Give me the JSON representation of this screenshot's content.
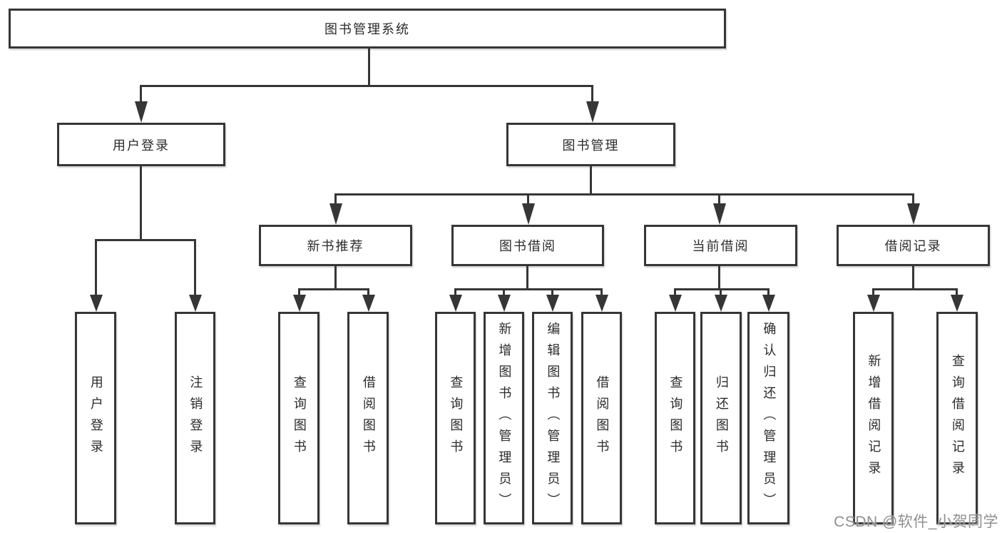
{
  "colors": {
    "line": "#363636",
    "text": "#2b2b2b",
    "watermark": "#8f8f8f",
    "background": "#ffffff"
  },
  "watermark": {
    "text": "CSDN @软件_小贺同学"
  },
  "tree": {
    "root": {
      "label": "图书管理系统",
      "children": {
        "user_login": {
          "label": "用户登录",
          "children": {
            "login": {
              "label": "用户登录"
            },
            "logout": {
              "label": "注销登录"
            }
          }
        },
        "book_mgmt": {
          "label": "图书管理",
          "children": {
            "new_rec": {
              "label": "新书推荐",
              "children": {
                "query": {
                  "label": "查询图书"
                },
                "borrow": {
                  "label": "借阅图书"
                }
              }
            },
            "borrowing": {
              "label": "图书借阅",
              "children": {
                "query": {
                  "label": "查询图书"
                },
                "add": {
                  "label": "新增图书（管理员）"
                },
                "edit": {
                  "label": "编辑图书（管理员）"
                },
                "borrow": {
                  "label": "借阅图书"
                }
              }
            },
            "current": {
              "label": "当前借阅",
              "children": {
                "query": {
                  "label": "查询图书"
                },
                "return": {
                  "label": "归还图书"
                },
                "confirm": {
                  "label": "确认归还（管理员）"
                }
              }
            },
            "records": {
              "label": "借阅记录",
              "children": {
                "add": {
                  "label": "新增借阅记录"
                },
                "query": {
                  "label": "查询借阅记录"
                }
              }
            }
          }
        }
      }
    }
  }
}
